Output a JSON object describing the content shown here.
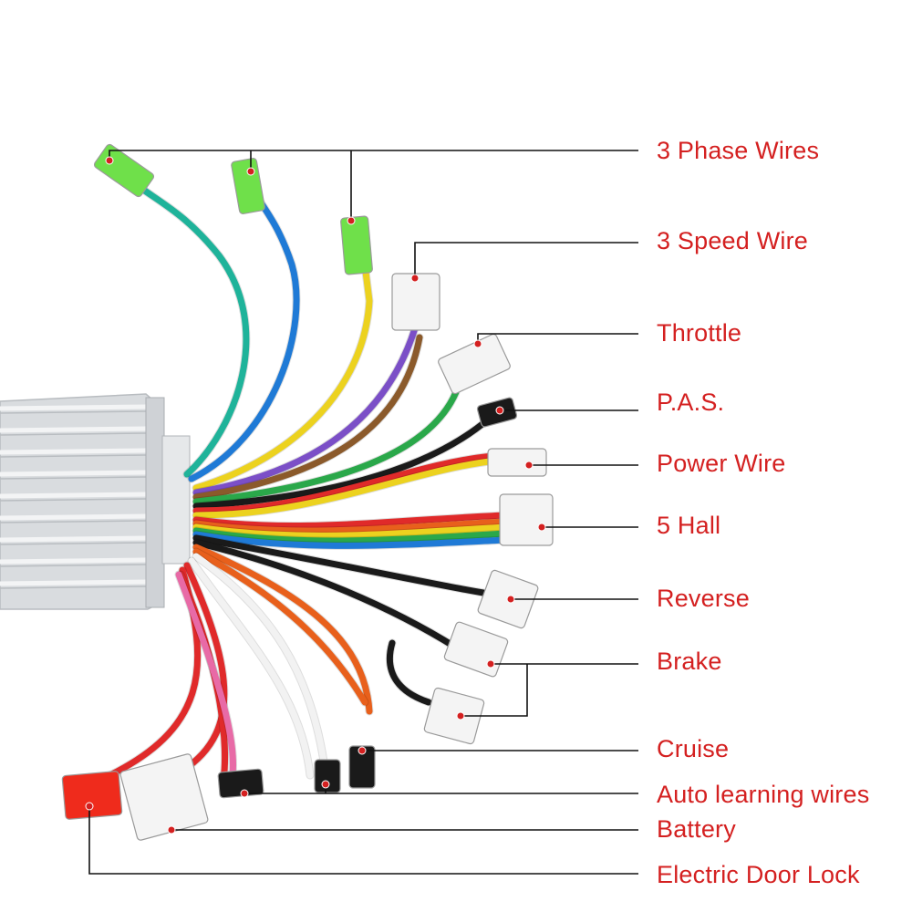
{
  "colors": {
    "label_text": "#d42020",
    "leader_line": "#111111",
    "leader_dot": "#d42020",
    "housing": "#d9dcdf",
    "connector_white": "#f4f4f4",
    "connector_green": "#6fe04a",
    "connector_red": "#ef2b1c",
    "connector_black": "#1a1a1a"
  },
  "wire_colors": [
    "#1fb39a",
    "#1f7ad6",
    "#ecd21f",
    "#e02a2a",
    "#1a1a1a",
    "#f2f2f2",
    "#e8601c",
    "#2aa84a",
    "#7b4fc7",
    "#8b5a2b",
    "#e86aa6"
  ],
  "labels": [
    {
      "id": "phase",
      "text": "3 Phase Wires"
    },
    {
      "id": "speed",
      "text": "3 Speed Wire"
    },
    {
      "id": "throttle",
      "text": "Throttle"
    },
    {
      "id": "pas",
      "text": "P.A.S."
    },
    {
      "id": "power",
      "text": "Power Wire"
    },
    {
      "id": "hall",
      "text": "5 Hall"
    },
    {
      "id": "reverse",
      "text": "Reverse"
    },
    {
      "id": "brake",
      "text": "Brake"
    },
    {
      "id": "cruise",
      "text": "Cruise"
    },
    {
      "id": "autolearn",
      "text": "Auto learning wires"
    },
    {
      "id": "battery",
      "text": "Battery"
    },
    {
      "id": "doorlock",
      "text": "Electric Door Lock"
    }
  ]
}
